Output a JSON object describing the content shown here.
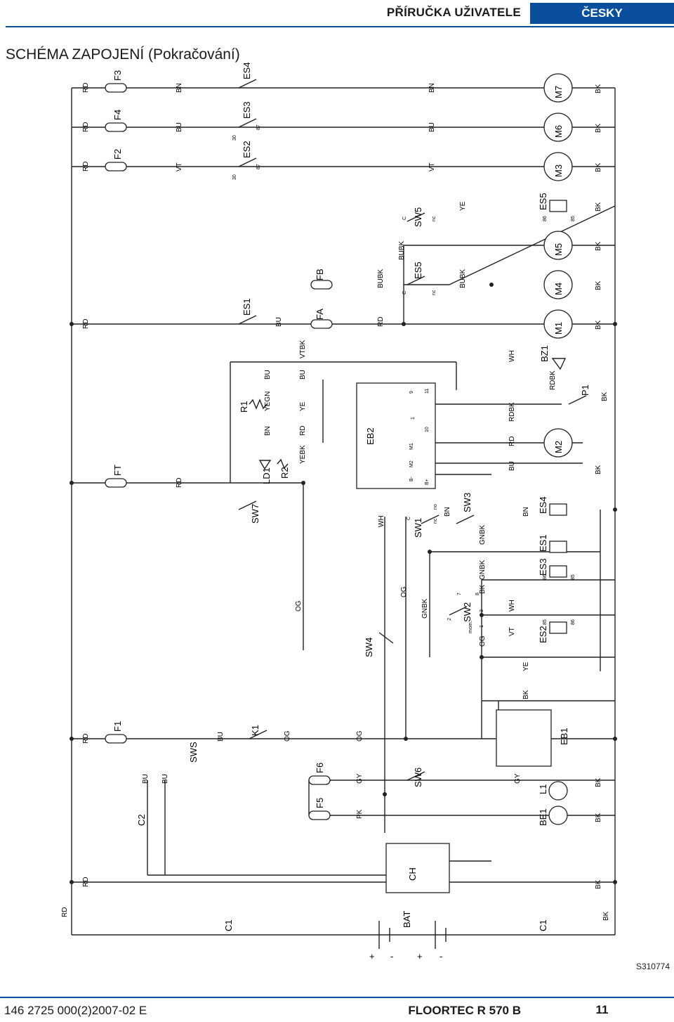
{
  "header": {
    "title": "PŘÍRUČKA UŽIVATELE",
    "language": "ČESKY"
  },
  "page_title": "SCHÉMA ZAPOJENÍ (Pokračování)",
  "reference_code": "S310774",
  "footer": {
    "doc_number": "146 2725 000(2)2007-02 E",
    "product": "FLOORTEC R 570 B",
    "page": "11"
  },
  "labels": {
    "F1": "F1",
    "F2": "F2",
    "F3": "F3",
    "F4": "F4",
    "F5": "F5",
    "F6": "F6",
    "FA": "FA",
    "FB": "FB",
    "FT": "FT",
    "ES1": "ES1",
    "ES2": "ES2",
    "ES3": "ES3",
    "ES4": "ES4",
    "ES5": "ES5",
    "M1": "M1",
    "M2": "M2",
    "M3": "M3",
    "M4": "M4",
    "M5": "M5",
    "M6": "M6",
    "M7": "M7",
    "SW1": "SW1",
    "SW2": "SW2",
    "SW3": "SW3",
    "SW4": "SW4",
    "SW5": "SW5",
    "SW6": "SW6",
    "SW7": "SW7",
    "SWS": "SWS",
    "R1": "R1",
    "R2": "R2",
    "LD1": "LD1",
    "BZ1": "BZ1",
    "P1": "P1",
    "K1": "K1",
    "EB1": "EB1",
    "EB2": "EB2",
    "L1": "L1",
    "BE1": "BE1",
    "C1": "C1",
    "C2": "C2",
    "CH": "CH",
    "BAT": "BAT",
    "RD": "RD",
    "BN": "BN",
    "BU": "BU",
    "VT": "VT",
    "BK": "BK",
    "YE": "YE",
    "OG": "OG",
    "WH": "WH",
    "GY": "GY",
    "PK": "PK",
    "BUBK": "BUBK",
    "VTBK": "VTBK",
    "YEGN": "YEGN",
    "YEBK": "YEBK",
    "RDBK": "RDBK",
    "GNBK": "GNBK",
    "plus": "+",
    "minus": "-",
    "p30": "30",
    "p87": "87",
    "p85": "85",
    "p86": "86",
    "pC": "C",
    "pNC": "nc",
    "pNO": "no",
    "pM1": "M1",
    "pM2": "M2",
    "pBminus": "B-",
    "pBplus": "B+",
    "p1": "1",
    "p2": "2",
    "p3": "3",
    "p7": "7",
    "p8": "8",
    "p9": "9",
    "p10": "10",
    "p11": "11",
    "pMom": "mom."
  }
}
